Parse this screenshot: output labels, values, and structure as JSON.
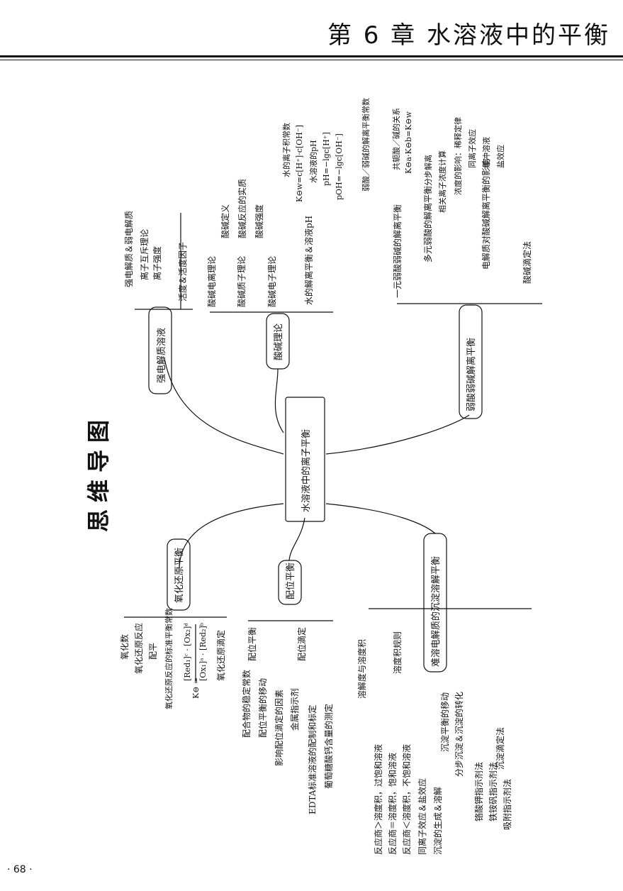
{
  "header": {
    "chapter_title": "第 6 章    水溶液中的平衡"
  },
  "page": {
    "number": "· 68 ·"
  },
  "mindmap": {
    "title": "思维导图",
    "center": "水溶液中的离子平衡",
    "branches": {
      "strong": {
        "label": "强电解质溶液",
        "items": [
          "强电解质＆弱电解质",
          "离子互斥理论",
          "离子强度",
          "活度＆活度因子"
        ]
      },
      "acidbase": {
        "label": "酸碱理论",
        "items": [
          "酸碱电离理论",
          "酸碱质子理论",
          "酸碱电子理论",
          "酸碱定义",
          "酸碱反应的实质",
          "酸碱强度"
        ]
      },
      "water": {
        "label": "水的解离平衡＆溶液pH",
        "ion_product_title": "水的离子积常数",
        "ion_product_formula": "K⊖w=c[H⁺]·c[OH⁻]",
        "ph_title": "水溶液的pH",
        "ph_formula": "pH=−lgc[H⁺]",
        "poh_formula": "pOH=−lgc[OH⁻]"
      },
      "weak": {
        "label": "弱酸弱碱解离平衡",
        "monoprotic": "一元弱酸弱碱的解离平衡",
        "const_title": "弱酸／弱碱的解离平衡常数",
        "conjugate": "共轭酸／碱的关系",
        "conjugate_formula": "K⊖a·K⊖b=K⊖w",
        "polyprotic": "多元弱酸的解离平衡",
        "stepwise": "分步解离",
        "ion_calc": "相关离子浓度计算",
        "dilution": "浓度的影响：稀释定律",
        "electrolyte": "电解质对酸碱解离平衡的影响",
        "common_ion": "同离子效应",
        "buffer": "缓冲溶液",
        "salt": "盐效应",
        "titration": "酸碱滴定法"
      },
      "redox": {
        "label": "氧化还原平衡",
        "oxidation_number": "氧化数",
        "redox_reaction": "氧化还原反应",
        "balancing": "配平",
        "const_title": "氧化还原反应的标准平衡常数",
        "k_symbol": "K⊖ =",
        "formula_numerator": "[Red₁]ᶜ · [Ox₂]ᵈ",
        "formula_denominator": "[Ox₁]ᵃ · [Red₂]ᵇ",
        "titration": "氧化还原滴定"
      },
      "coord": {
        "label": "配位平衡",
        "equilibrium": "配位平衡",
        "stability": "配合物的稳定常数",
        "shift": "配位平衡的移动",
        "titration": "配位滴定",
        "factors": "影响配位滴定的因素",
        "indicator": "金属指示剂",
        "edta": "EDTA标准溶液的配制和标定",
        "calcium": "葡萄糖酸钙含量的测定"
      },
      "precip": {
        "label": "难溶电解质的沉淀溶解平衡",
        "solubility": "溶解度与溶度积",
        "ksp_rule": "溶度积规则",
        "q_gt": "反应商＞溶度积，过饱和溶液",
        "q_eq": "反应商＝溶度积，饱和溶液",
        "q_lt": "反应商＜溶度积，不饱和溶液",
        "common_ion": "同离子效应＆盐效应",
        "formation": "沉淀的生成＆溶解",
        "shift": "沉淀平衡的移动",
        "stepwise": "分步沉淀＆沉淀的转化",
        "titration": "沉淀滴定法",
        "mohr": "铬酸钾指示剂法",
        "volhard": "铁铵矾指示剂法",
        "fajans": "吸附指示剂法"
      }
    }
  }
}
